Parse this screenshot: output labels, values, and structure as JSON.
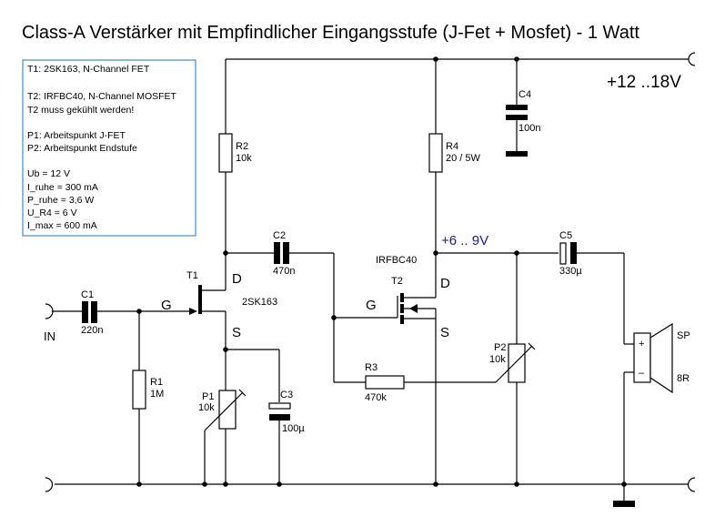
{
  "title": "Class-A Verstärker mit Empfindlicher Eingangsstufe (J-Fet + Mosfet) -  1 Watt",
  "notes": [
    "T1: 2SK163,  N-Channel FET",
    "",
    "T2: IRFBC40, N-Channel MOSFET",
    "T2 muss gekühlt werden!",
    "",
    "P1: Arbeitspunkt J-FET",
    "P2: Arbeitspunkt Endstufe",
    "",
    "Ub = 12 V",
    "I_ruhe = 300 mA",
    "P_ruhe = 3,6 W",
    "U_R4 = 6 V",
    "I_max = 600 mA"
  ],
  "colors": {
    "notes_border": "#3d8fd0",
    "mid_voltage": "#1a1aa0"
  },
  "supply_voltage": "+12 ..18V",
  "mid_voltage": "+6 .. 9V",
  "input_label": "IN",
  "components": {
    "C1": {
      "name": "C1",
      "value": "220n"
    },
    "C2": {
      "name": "C2",
      "value": "470n"
    },
    "C3": {
      "name": "C3",
      "value": "100µ"
    },
    "C4": {
      "name": "C4",
      "value": "100n"
    },
    "C5": {
      "name": "C5",
      "value": "330µ"
    },
    "R1": {
      "name": "R1",
      "value": "1M"
    },
    "R2": {
      "name": "R2",
      "value": "10k"
    },
    "R3": {
      "name": "R3",
      "value": "470k"
    },
    "R4": {
      "name": "R4",
      "value": "20 / 5W"
    },
    "P1": {
      "name": "P1",
      "value": "10k"
    },
    "P2": {
      "name": "P2",
      "value": "10k"
    },
    "T1": {
      "name": "T1",
      "part": "2SK163",
      "gate": "G",
      "drain": "D",
      "source": "S"
    },
    "T2": {
      "name": "T2",
      "part": "IRFBC40",
      "gate": "G",
      "drain": "D",
      "source": "S"
    },
    "SP": {
      "name": "SP",
      "value": "8R",
      "plus": "+",
      "minus": "–"
    }
  }
}
